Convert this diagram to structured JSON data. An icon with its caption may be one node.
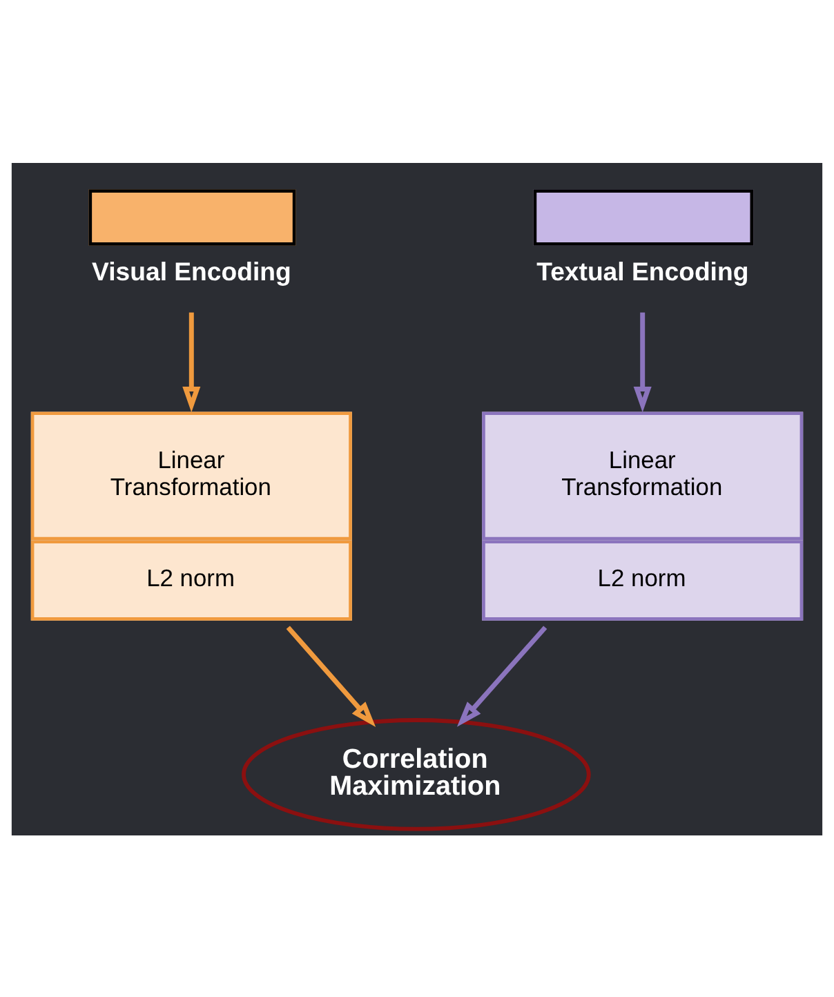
{
  "diagram": {
    "nodes": [
      {
        "text": [
          "Visual Encoding"
        ]
      },
      {
        "text": [
          "Textual Encoding"
        ]
      },
      {
        "text": [
          "Linear Transformation",
          "L2 norm"
        ]
      },
      {
        "text": [
          "Linear Transformation",
          "L2 norm"
        ]
      },
      {
        "text": [
          "Correlation Maximization"
        ]
      }
    ],
    "edges": [
      {
        "from": 0,
        "to": 2,
        "arrow": "to",
        "color": "#f09a3e"
      },
      {
        "from": 1,
        "to": 3,
        "arrow": "to",
        "color": "#8b74bd"
      },
      {
        "from": 2,
        "to": 4,
        "arrow": "to",
        "color": "#f09a3e"
      },
      {
        "from": 3,
        "to": 4,
        "arrow": "to",
        "color": "#8b74bd"
      }
    ]
  }
}
